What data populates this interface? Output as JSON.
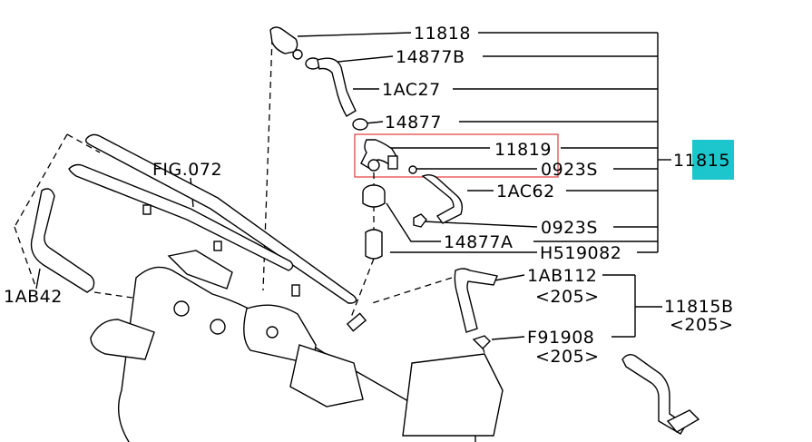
{
  "diagram": {
    "labels": {
      "p11818": "11818",
      "p14877b": "14877B",
      "p1ac27": "1AC27",
      "p14877": "14877",
      "p11819": "11819",
      "p0923s_a": "0923S",
      "p1ac62": "1AC62",
      "p0923s_b": "0923S",
      "p14877a": "14877A",
      "ph519082": "H519082",
      "p11815_left": "118",
      "p11815_right": "15",
      "fig": "FIG.072",
      "p1ab42": "1AB42",
      "p1ab112": "1AB112",
      "p205_a": "<205>",
      "p11815b": "11815B",
      "p205_b": "<205>",
      "pf91908": "F91908",
      "p205_c": "<205>"
    },
    "colors": {
      "highlight": "#1cc6cc",
      "callout_box": "#e23b3b",
      "line": "#000000"
    }
  }
}
